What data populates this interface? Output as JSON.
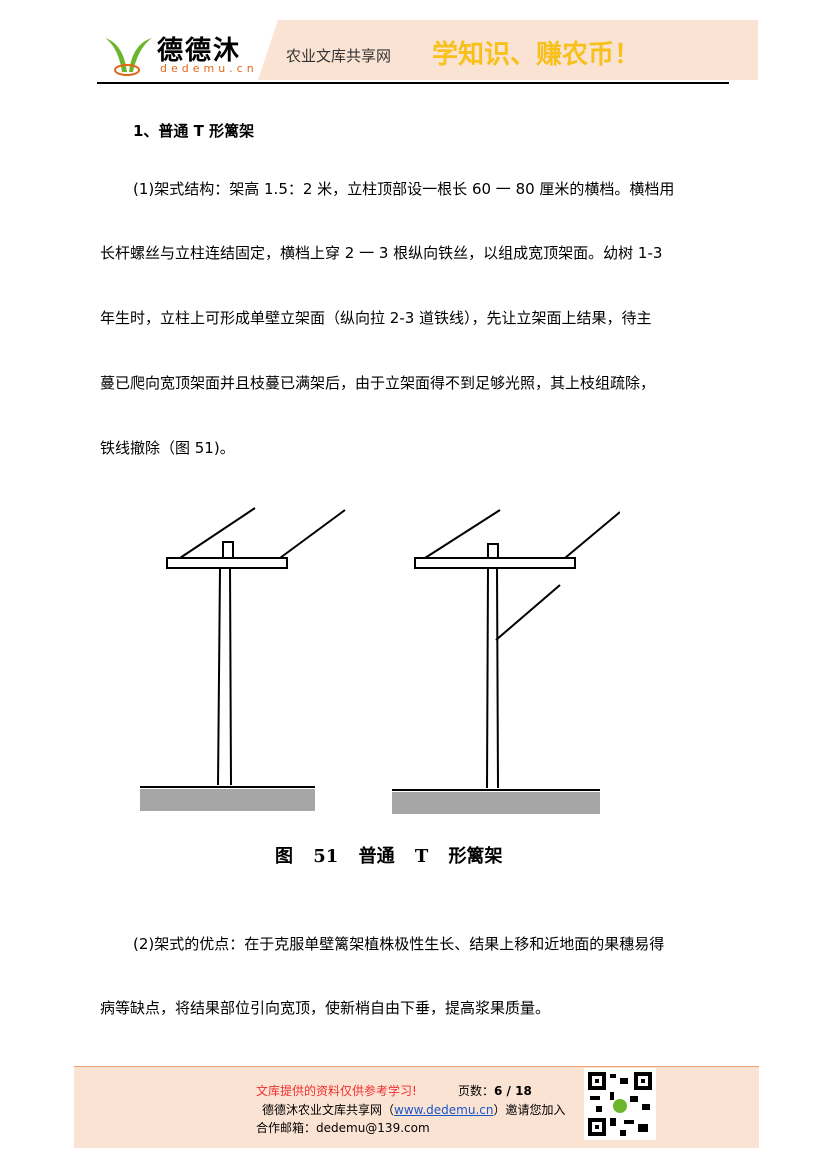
{
  "header": {
    "logo_text": "德德沐",
    "logo_sub": "dedemu.cn",
    "site_name": "农业文库共享网",
    "slogan": "学知识、赚农币！"
  },
  "body": {
    "heading": "1、普通 T 形篱架",
    "paragraphs": [
      "(1)架式结构：架高 1.5：2 米，立柱顶部设一根长 60 一 80 厘米的横档。横档用",
      "长杆螺丝与立柱连结固定，横档上穿 2 一 3 根纵向铁丝，以组成宽顶架面。幼树 1-3",
      "年生时，立柱上可形成单壁立架面（纵向拉 2-3 道铁线），先让立架面上结果，待主",
      "蔓已爬向宽顶架面并且枝蔓已满架后，由于立架面得不到足够光照，其上枝组疏除，",
      "铁线撤除（图 51)。"
    ],
    "figure_caption": "图 51  普通 T 形篱架",
    "paragraphs2": [
      "(2)架式的优点：在于克服单壁篱架植株极性生长、结果上移和近地面的果穗易得",
      "病等缺点，将结果部位引向宽顶，使新梢自由下垂，提高浆果质量。"
    ]
  },
  "footer": {
    "notice": "文库提供的资料仅供参考学习!",
    "page_label": "页数：",
    "page": "6 / 18",
    "invite_pre": "德德沐农业文库共享网（",
    "url": "www.dedemu.cn",
    "invite_post": "）邀请您加入",
    "email": "合作邮箱：dedemu@139.com"
  }
}
